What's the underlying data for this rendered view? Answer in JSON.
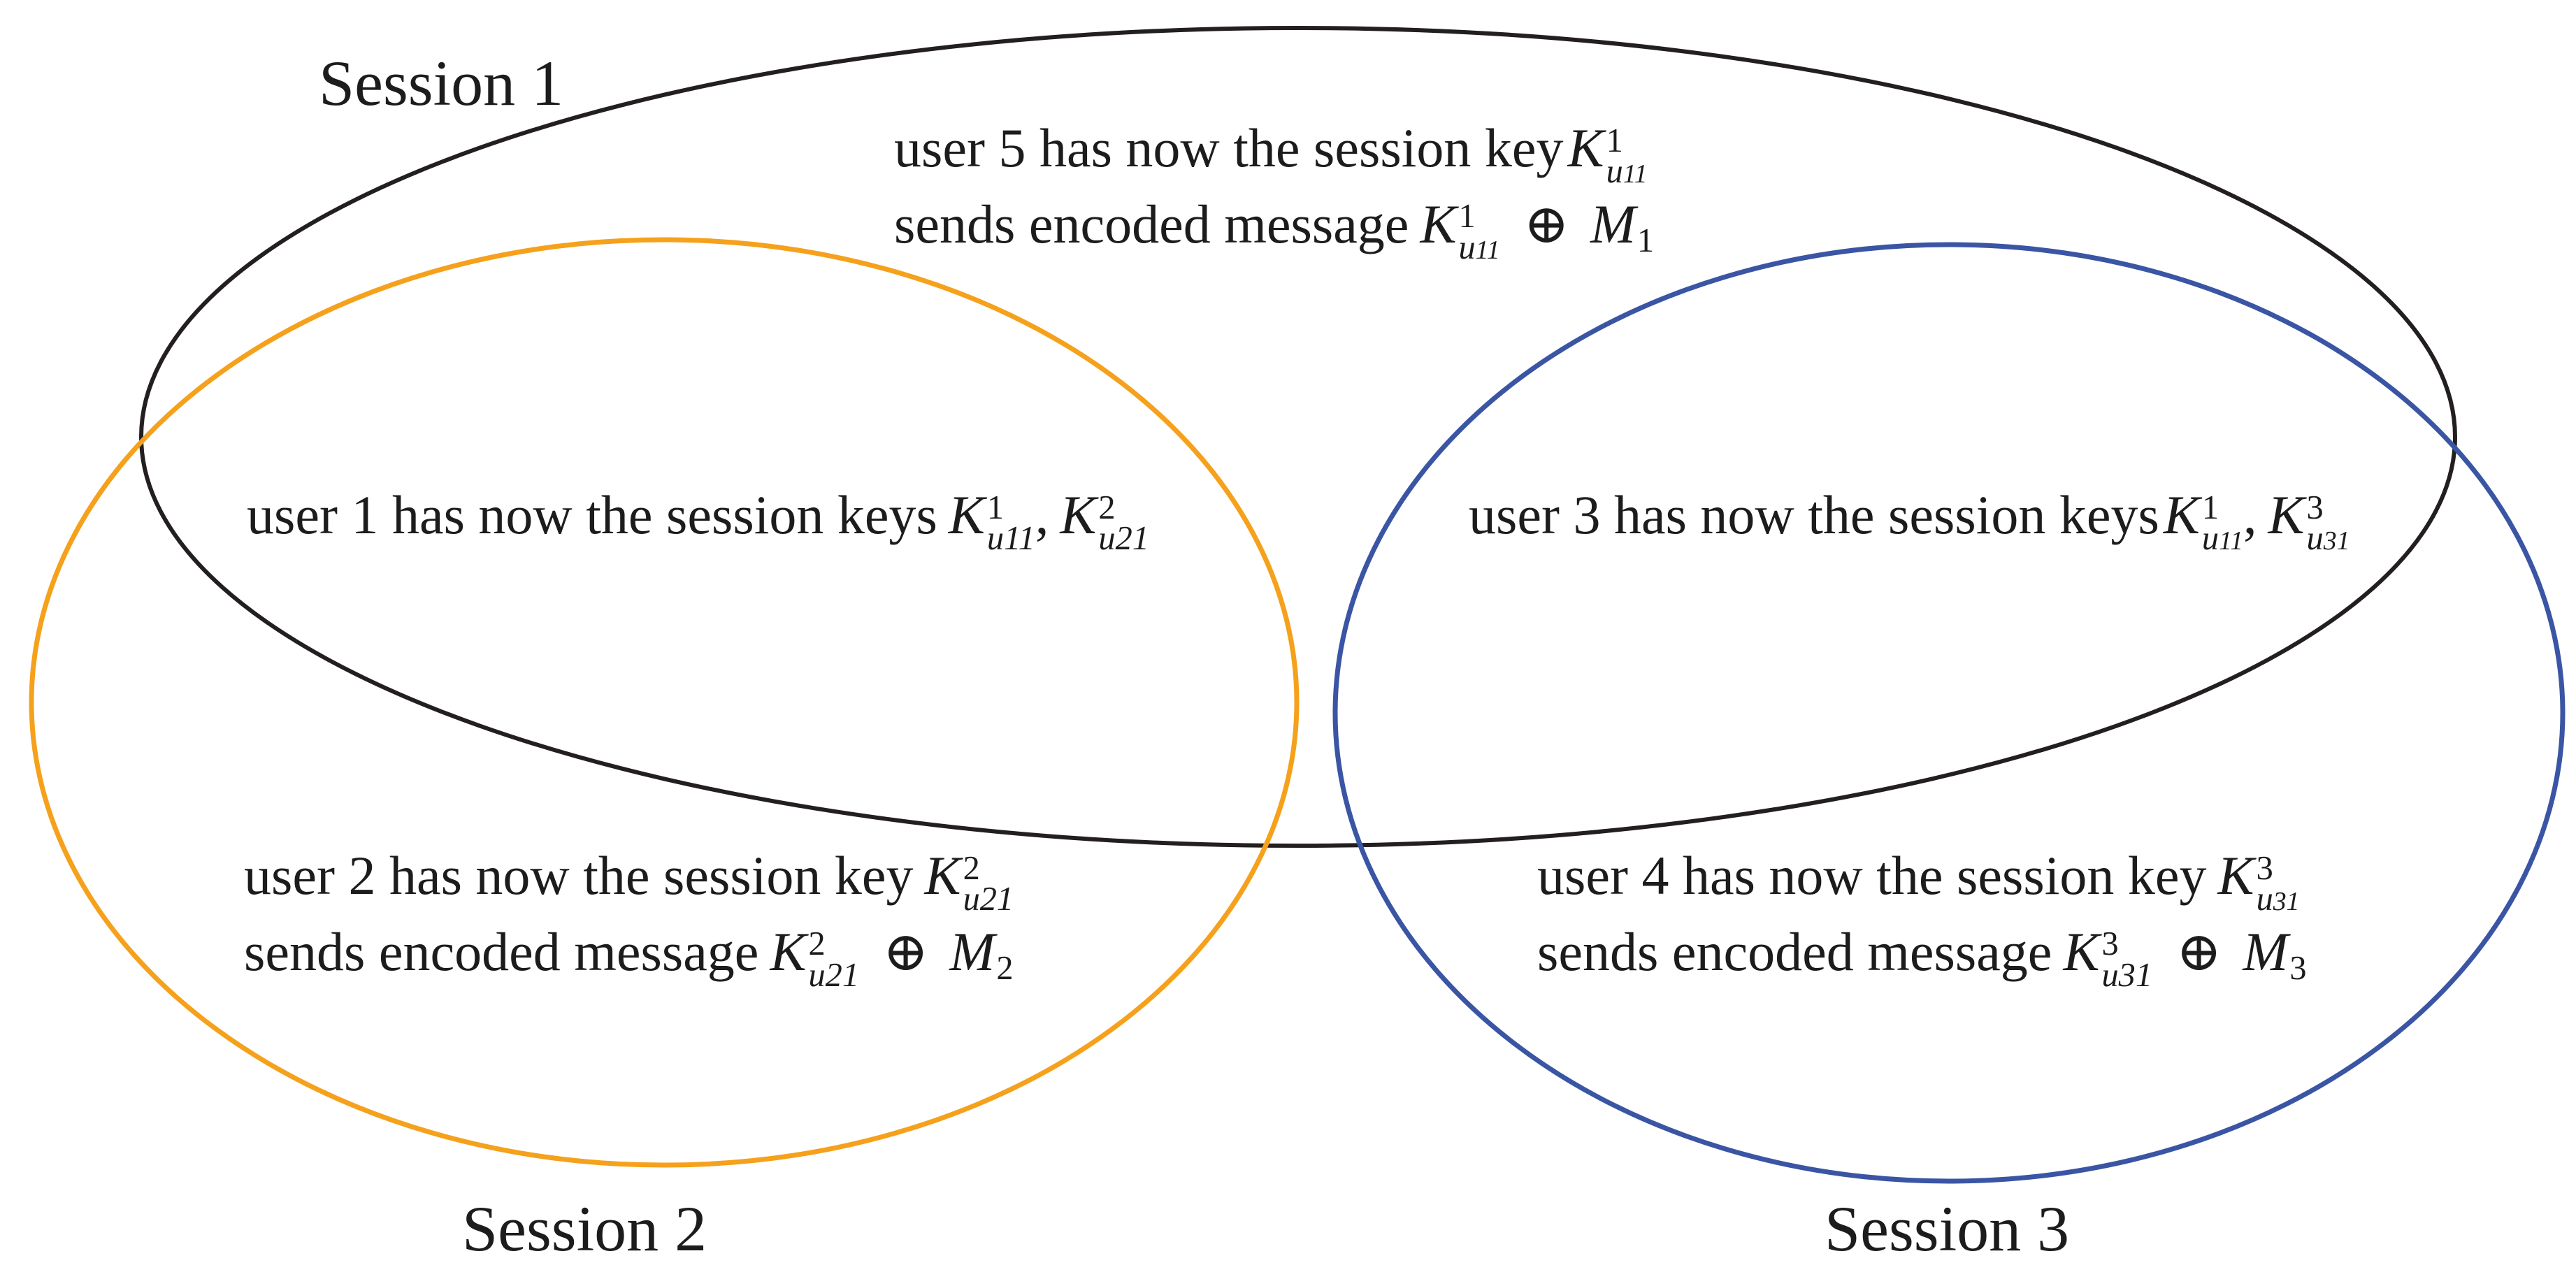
{
  "colors": {
    "session1_stroke": "#231f20",
    "session2_stroke": "#f5a11c",
    "session3_stroke": "#3a55a4",
    "text": "#1c1c1c",
    "background": "#ffffff"
  },
  "sessions": {
    "session1": {
      "label": "Session 1"
    },
    "session2": {
      "label": "Session 2"
    },
    "session3": {
      "label": "Session 3"
    }
  },
  "notes": {
    "user5": {
      "line1": {
        "text": "user 5 has now the session key",
        "key": {
          "base": "K",
          "sup": "1",
          "sub": "u",
          "subsub": "11"
        }
      },
      "line2": {
        "text": "sends encoded message",
        "key": {
          "base": "K",
          "sup": "1",
          "sub": "u",
          "subsub": "11"
        },
        "op": "⊕",
        "m": {
          "base": "M",
          "sub": "1"
        }
      }
    },
    "user1": {
      "line1": {
        "text": "user 1 has now the session keys",
        "key1": {
          "base": "K",
          "sup": "1",
          "sub": "u",
          "subd": "11"
        },
        "sep": ",",
        "key2": {
          "base": "K",
          "sup": "2",
          "sub": "u",
          "subd": "21"
        }
      }
    },
    "user3": {
      "line1": {
        "text": "user 3 has now the session keys",
        "key1": {
          "base": "K",
          "sup": "1",
          "sub": "u",
          "subsub": "11"
        },
        "sep": ",",
        "key2": {
          "base": "K",
          "sup": "3",
          "sub": "u",
          "subsub": "31"
        }
      }
    },
    "user2": {
      "line1": {
        "text": "user 2 has now the session key",
        "key": {
          "base": "K",
          "sup": "2",
          "sub": "u",
          "subd": "21"
        }
      },
      "line2": {
        "text": "sends encoded message",
        "key": {
          "base": "K",
          "sup": "2",
          "sub": "u",
          "subd": "21"
        },
        "op": "⊕",
        "m": {
          "base": "M",
          "sub": "2"
        }
      }
    },
    "user4": {
      "line1": {
        "text": "user 4 has now the session key",
        "key": {
          "base": "K",
          "sup": "3",
          "sub": "u",
          "subsub": "31"
        }
      },
      "line2": {
        "text": "sends encoded message",
        "key": {
          "base": "K",
          "sup": "3",
          "sub": "u",
          "subd": "31"
        },
        "op": "⊕",
        "m": {
          "base": "M",
          "sub": "3"
        }
      }
    }
  }
}
